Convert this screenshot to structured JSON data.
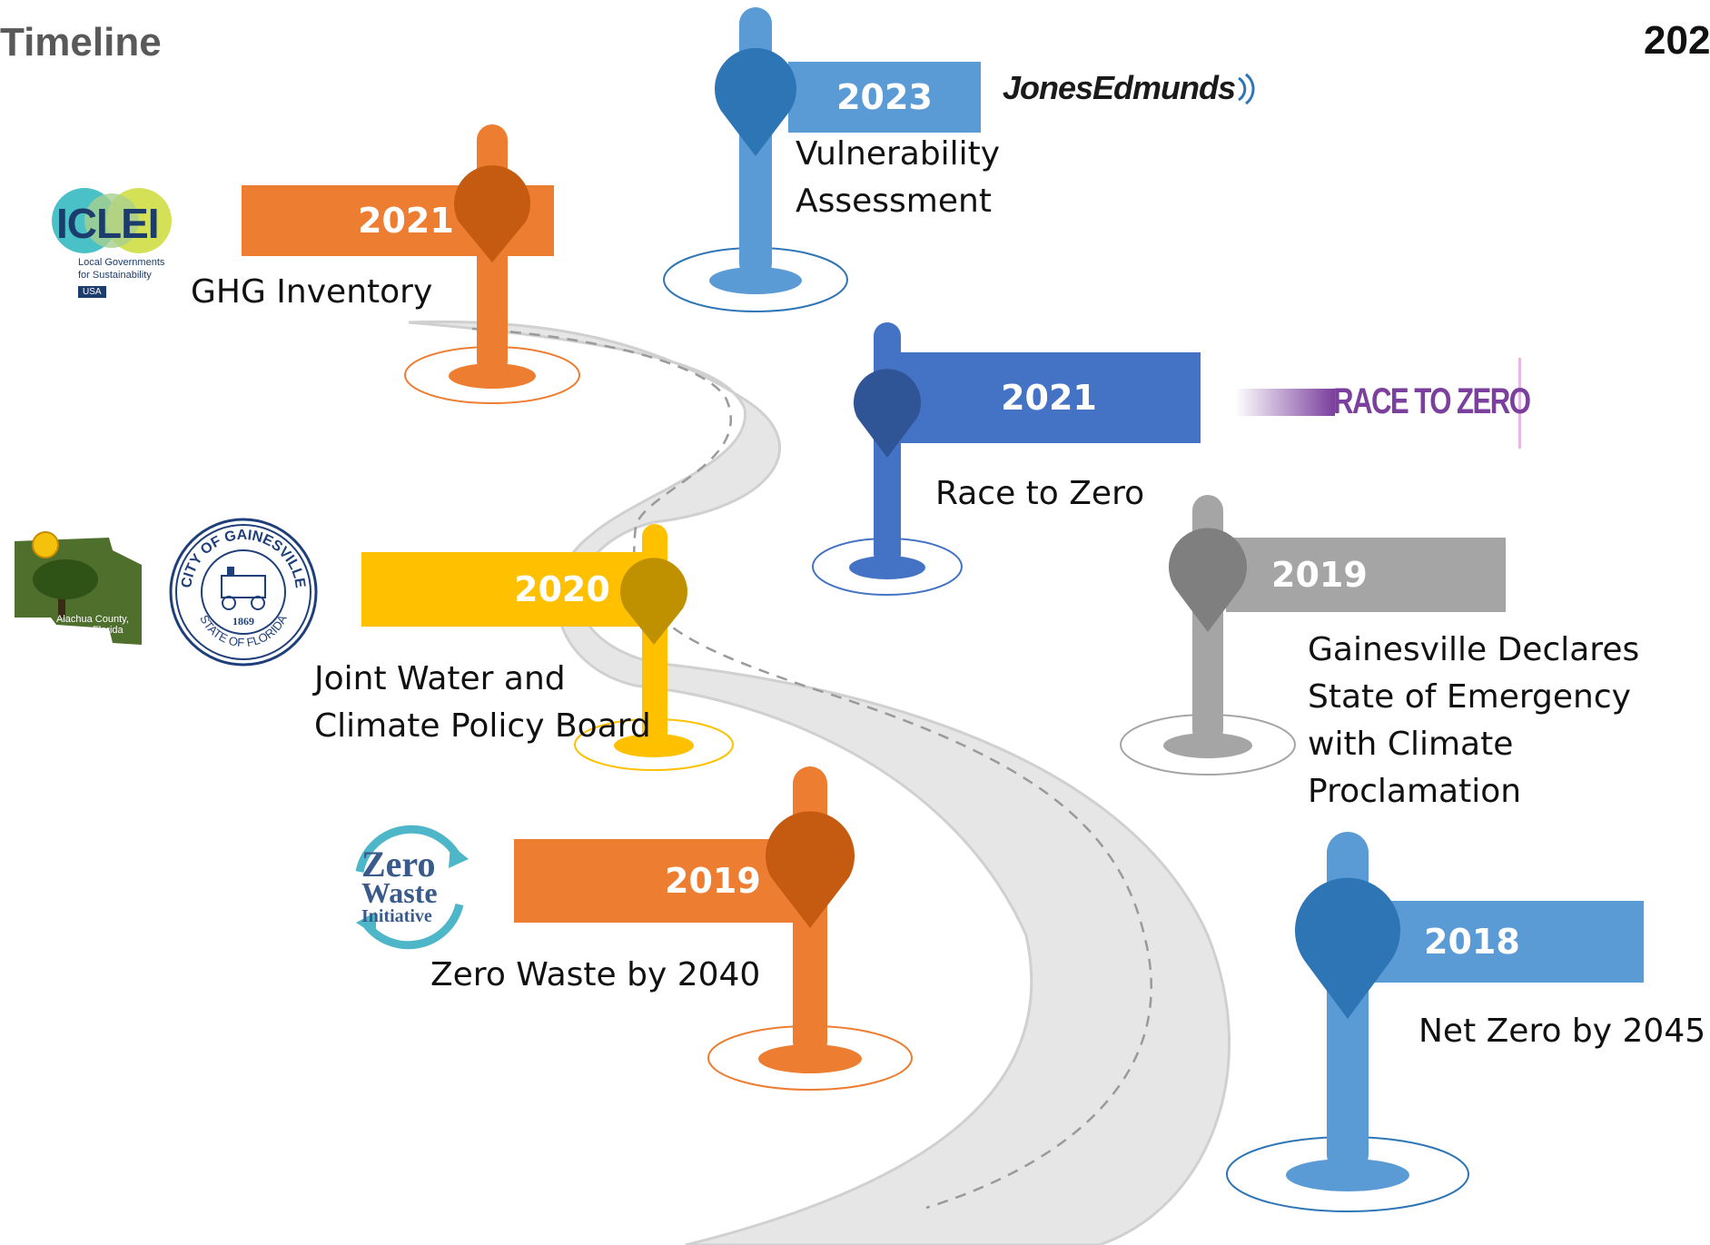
{
  "title": "Timeline",
  "corner_text": "202",
  "colors": {
    "road": "#e6e6e6",
    "road_edge": "#d0d0d0",
    "dash": "#9a9a9a"
  },
  "milestones": [
    {
      "id": "vulnerability",
      "year": "2023",
      "caption_lines": [
        "Vulnerability",
        "Assessment"
      ],
      "color": "#5b9bd5",
      "pin": "#2e75b6",
      "org": "JonesEdmunds"
    },
    {
      "id": "ghg",
      "year": "2021",
      "caption_lines": [
        "GHG Inventory"
      ],
      "color": "#ed7d31",
      "pin": "#c55a11",
      "org": "ICLEI"
    },
    {
      "id": "race",
      "year": "2021",
      "caption_lines": [
        "Race to Zero"
      ],
      "color": "#4472c4",
      "pin": "#2f5597",
      "org": "RACE TO ZERO"
    },
    {
      "id": "board",
      "year": "2020",
      "caption_lines": [
        "Joint Water and",
        "Climate Policy Board"
      ],
      "color": "#ffc000",
      "pin": "#bf9000",
      "org": "Alachua County / City of Gainesville"
    },
    {
      "id": "emergency",
      "year": "2019",
      "caption_lines": [
        "Gainesville Declares",
        "State of Emergency",
        "with Climate",
        "Proclamation"
      ],
      "color": "#a5a5a5",
      "pin": "#7f7f7f",
      "org": ""
    },
    {
      "id": "zerowaste",
      "year": "2019",
      "caption_lines": [
        "Zero Waste by 2040"
      ],
      "color": "#ed7d31",
      "pin": "#c55a11",
      "org": "Zero Waste Initiative"
    },
    {
      "id": "netzero",
      "year": "2018",
      "caption_lines": [
        "Net Zero by 2045"
      ],
      "color": "#5b9bd5",
      "pin": "#2e75b6",
      "org": ""
    }
  ],
  "logos": {
    "iclei": {
      "wordmark": "ICLEI",
      "line1": "Local Governments",
      "line2": "for Sustainability",
      "badge": "USA"
    },
    "jones": {
      "wordmark": "JonesEdmunds"
    },
    "race": {
      "wordmark": "RACE TO ZERO"
    },
    "alachua": {
      "line1": "Alachua County,",
      "line2": "Florida"
    },
    "seal": {
      "top": "CITY OF GAINESVILLE",
      "year": "1869",
      "bottom": "STATE OF FLORIDA"
    },
    "zerowaste": {
      "line1": "Zero",
      "line2": "Waste",
      "line3": "Initiative"
    }
  }
}
